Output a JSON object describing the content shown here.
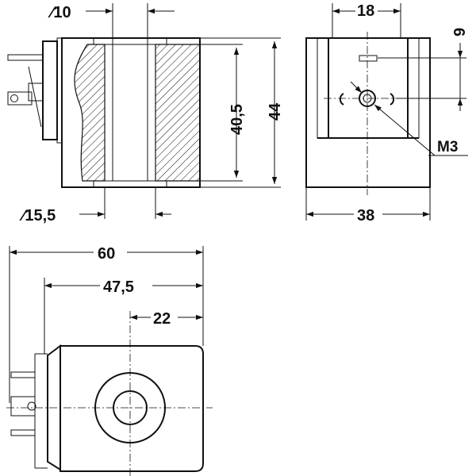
{
  "dimensions": {
    "bore_diameter": "∕10",
    "pin_spacing": "18",
    "offset_9": "9",
    "inner_length": "40,5",
    "total_height": "44",
    "thread": "M3",
    "outer_diameter": "∕15,5",
    "width_38": "38",
    "length_60": "60",
    "length_47_5": "47,5",
    "length_22": "22"
  },
  "colors": {
    "ink": "#111111",
    "background": "#ffffff"
  }
}
